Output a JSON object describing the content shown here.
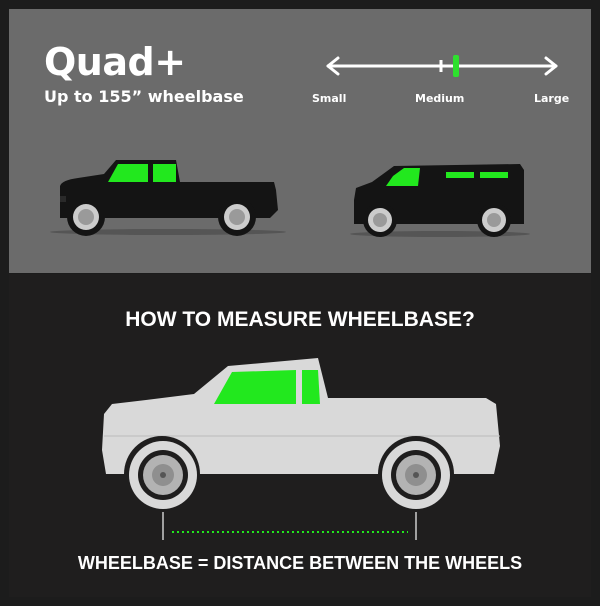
{
  "product": {
    "name": "Quad+",
    "subtitle": "Up to 155” wheelbase"
  },
  "size_scale": {
    "labels": [
      "Small",
      "Medium",
      "Large"
    ],
    "selected": "Medium",
    "marker_color": "#2ee02e"
  },
  "vehicle_icons": [
    "pickup-truck-icon",
    "van-icon"
  ],
  "measure": {
    "heading": "HOW TO MEASURE WHEELBASE?",
    "formula": "WHEELBASE = DISTANCE BETWEEN THE WHEELS"
  },
  "colors": {
    "accent_green": "#22e81e",
    "top_panel": "#6b6b6b",
    "bottom_panel": "#1f1e1e",
    "vehicle_dark": "#141414",
    "vehicle_light": "#d9d9d9"
  }
}
